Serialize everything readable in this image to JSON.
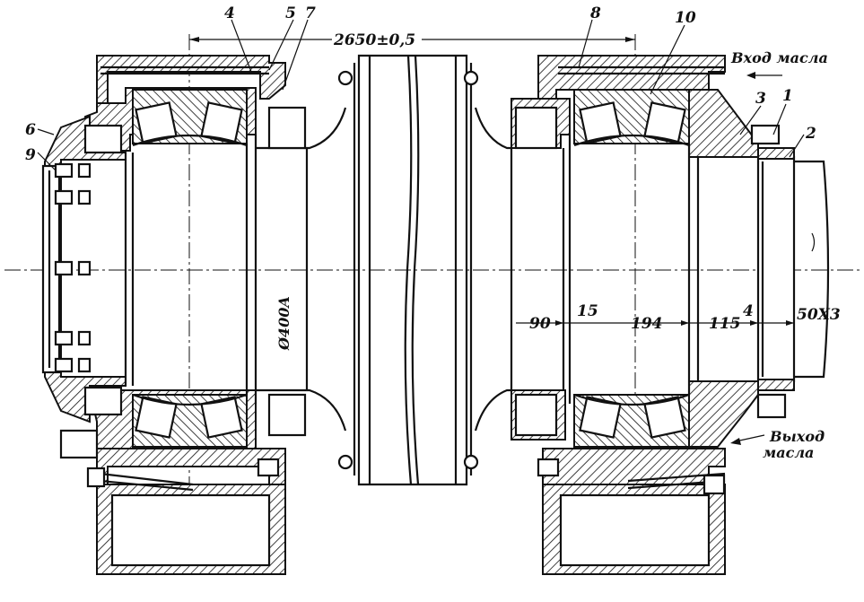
{
  "dimensions": {
    "overall": "2650±0,5",
    "diameter": "Ø400A",
    "seg_90": "90",
    "seg_15": "15",
    "seg_194": "194",
    "seg_115": "115",
    "seg_4": "4",
    "thread": "50X3"
  },
  "callouts": {
    "n1": "1",
    "n2": "2",
    "n3": "3",
    "n4": "4",
    "n5": "5",
    "n6": "6",
    "n7": "7",
    "n8": "8",
    "n9": "9",
    "n10": "10"
  },
  "oil": {
    "inlet": "Вход масла",
    "outlet_line1": "Выход",
    "outlet_line2": "масла"
  }
}
